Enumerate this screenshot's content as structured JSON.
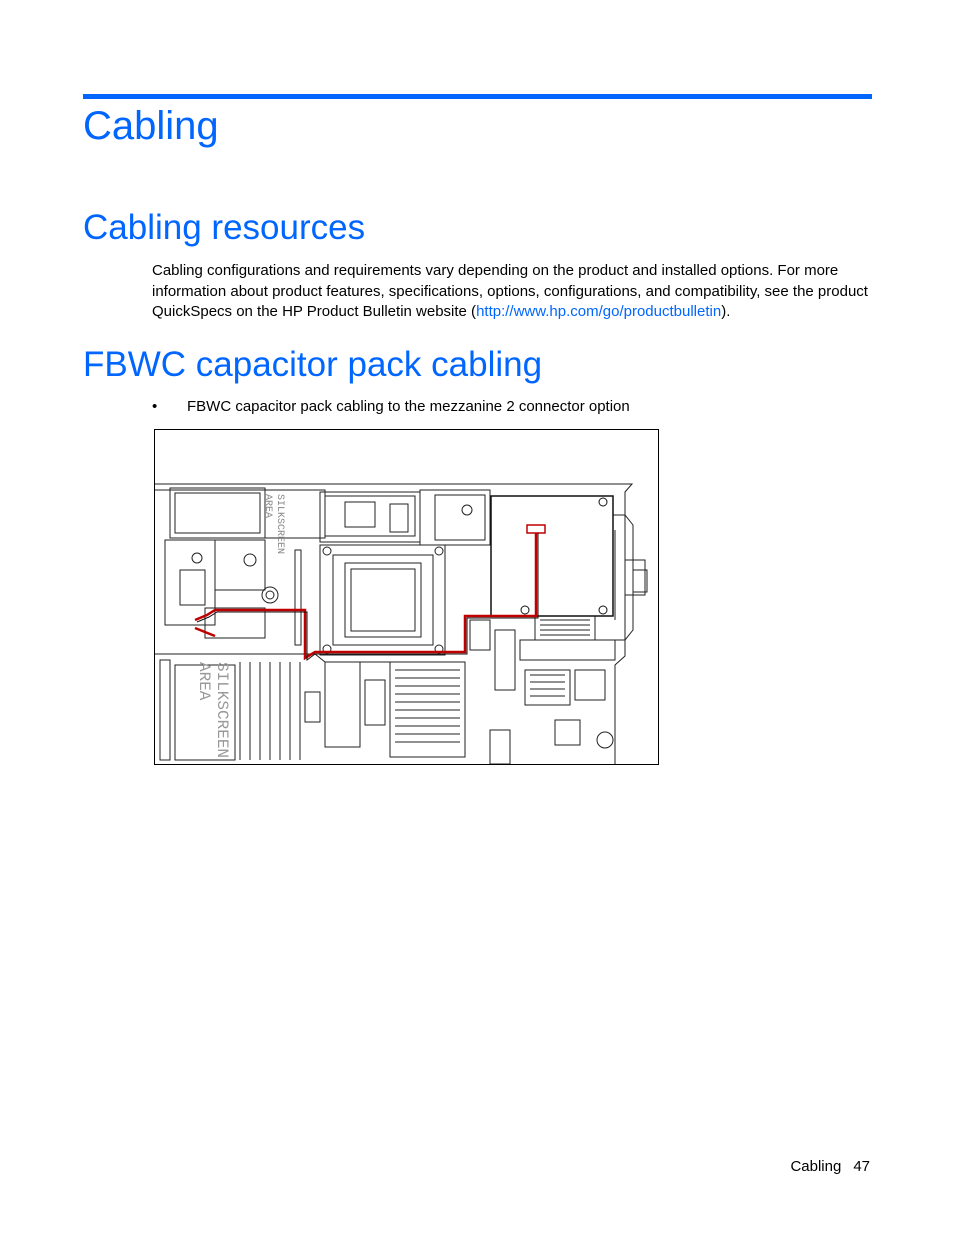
{
  "page": {
    "chapter_title": "Cabling",
    "sections": [
      {
        "heading": "Cabling resources",
        "paragraph": {
          "text_before_link": "Cabling configurations and requirements vary depending on the product and installed options. For more information about product features, specifications, options, configurations, and compatibility, see the product QuickSpecs on the HP Product Bulletin website (",
          "link_text": "http://www.hp.com/go/productbulletin",
          "text_after_link": ")."
        }
      },
      {
        "heading": "FBWC capacitor pack cabling",
        "bullets": [
          "FBWC capacitor pack cabling to the mezzanine 2 connector option"
        ]
      }
    ],
    "figure": {
      "silkscreen_labels": [
        "SILKSCREEN",
        "AREA",
        "SILKSCREEN",
        "AREA"
      ]
    },
    "footer": {
      "section_name": "Cabling",
      "page_number": "47"
    },
    "colors": {
      "heading_blue": "#0066ff",
      "cable_red": "#c00000"
    }
  }
}
